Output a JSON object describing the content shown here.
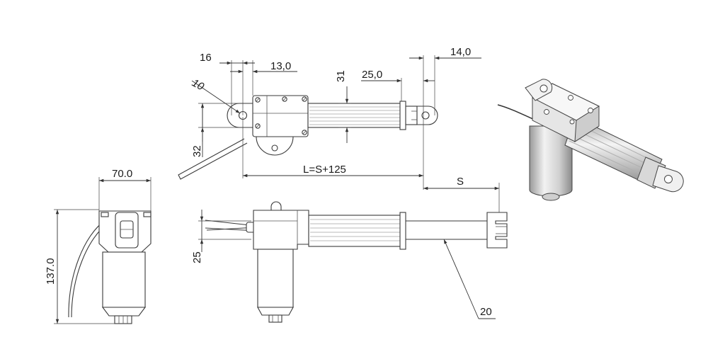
{
  "dimensions": {
    "d16": "16",
    "d13": "13,0",
    "d10": "10",
    "d31": "31",
    "d25_0": "25,0",
    "d14": "14,0",
    "d32": "32",
    "dL": "L=S+125",
    "dS": "S",
    "d70": "70.0",
    "d137": "137.0",
    "d25": "25",
    "d20": "20"
  },
  "colors": {
    "line": "#3a3a3a",
    "dimension": "#333333",
    "rib_shade": "#b8b8b8"
  }
}
